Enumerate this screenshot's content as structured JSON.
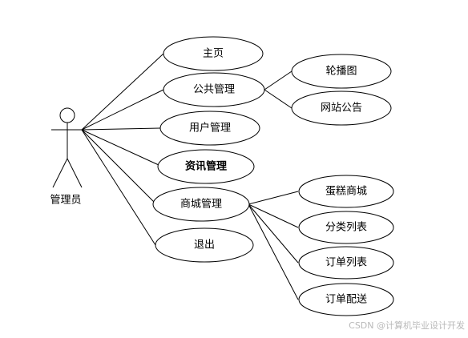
{
  "diagram": {
    "actor": {
      "label": "管理员"
    },
    "use_cases": {
      "home": "主页",
      "public": "公共管理",
      "carousel": "轮播图",
      "notice": "网站公告",
      "user": "用户管理",
      "news": "资讯管理",
      "mall": "商城管理",
      "cake": "蛋糕商城",
      "category": "分类列表",
      "order_list": "订单列表",
      "order_delivery": "订单配送",
      "logout": "退出"
    }
  },
  "watermark": "CSDN @计算机毕业设计开发"
}
